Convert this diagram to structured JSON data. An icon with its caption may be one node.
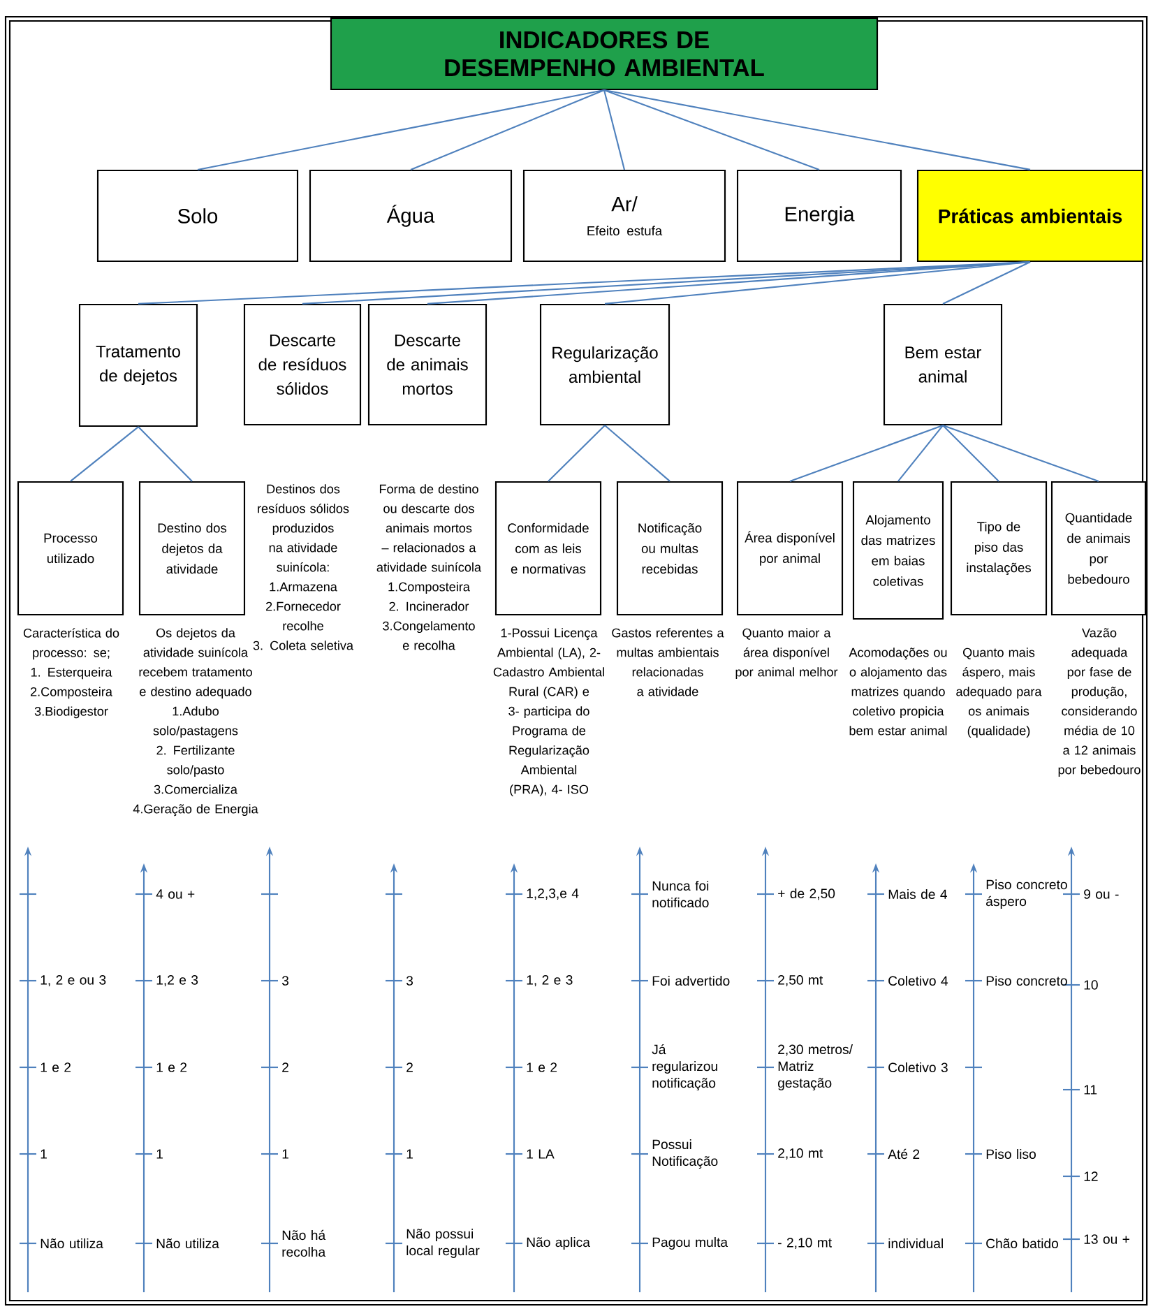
{
  "diagram": {
    "nodes": [
      {
        "text": [
          "INDICADORES DE DESEMPENHO AMBIENTAL"
        ]
      },
      {
        "text": [
          "Solo"
        ]
      },
      {
        "text": [
          "Água"
        ]
      },
      {
        "text": [
          "Ar/",
          "Efeito estufa"
        ]
      },
      {
        "text": [
          "Energia"
        ]
      },
      {
        "text": [
          "Práticas ambientais"
        ]
      },
      {
        "text": [
          "Tratamento de dejetos"
        ]
      },
      {
        "text": [
          "Descarte de resíduos sólidos"
        ],
        "beside": [
          "Destinos dos resíduos sólidos produzidos na atividade suinícola:",
          "1.Armazena",
          "2.Fornecedor recolhe",
          "3. Coleta seletiva"
        ]
      },
      {
        "text": [
          "Descarte de animais mortos"
        ],
        "beside": [
          "Forma de destino ou descarte dos animais mortos – relacionados a atividade suinícola",
          "1.Composteira",
          "2. Incinerador",
          "3.Congelamento e recolha"
        ]
      },
      {
        "text": [
          "Regularização ambiental"
        ]
      },
      {
        "text": [
          "Bem estar animal"
        ]
      },
      {
        "text": [
          "Processo utilizado"
        ],
        "beside": [
          "Característica do processo: se;",
          "1. Esterqueira",
          "2.Composteira",
          "3.Biodigestor"
        ]
      },
      {
        "text": [
          "Destino dos dejetos da atividade"
        ],
        "beside": [
          "Os dejetos da atividade suinícola recebem tratamento e destino adequado",
          "1.Adubo solo/pastagens",
          "2. Fertilizante solo/pasto",
          "3.Comercializa",
          "4.Geração de Energia"
        ]
      },
      {
        "text": [
          "Conformidade com as leis e normativas"
        ],
        "beside": [
          "1-Possui Licença Ambiental (LA), 2- Cadastro Ambiental Rural (CAR) e 3- participa do Programa de Regularização Ambiental (PRA), 4- ISO"
        ]
      },
      {
        "text": [
          "Notificação ou multas recebidas"
        ],
        "beside": [
          "Gastos referentes a multas ambientais relacionadas a atividade"
        ]
      },
      {
        "text": [
          "Área disponível por animal"
        ],
        "beside": [
          "Quanto maior a área disponível por animal melhor"
        ]
      },
      {
        "text": [
          "Alojamento das matrizes em baias coletivas"
        ],
        "beside": [
          "Acomodações ou o alojamento das matrizes quando coletivo propicia bem estar animal"
        ]
      },
      {
        "text": [
          "Tipo de piso das instalações"
        ],
        "beside": [
          "Quanto mais áspero, mais adequado para os animais (qualidade)"
        ]
      },
      {
        "text": [
          "Quantidade de animais por bebedouro"
        ],
        "beside": [
          "Vazão adequada por fase de produção, considerando média de 10 a 12 animais por bebedouro"
        ]
      }
    ],
    "edges": [
      {
        "from": 0,
        "to": 1,
        "arrow": "none"
      },
      {
        "from": 0,
        "to": 2,
        "arrow": "none"
      },
      {
        "from": 0,
        "to": 3,
        "arrow": "none"
      },
      {
        "from": 0,
        "to": 4,
        "arrow": "none"
      },
      {
        "from": 0,
        "to": 5,
        "arrow": "none"
      },
      {
        "from": 5,
        "to": 6,
        "arrow": "none"
      },
      {
        "from": 5,
        "to": 7,
        "arrow": "none"
      },
      {
        "from": 5,
        "to": 8,
        "arrow": "none"
      },
      {
        "from": 5,
        "to": 9,
        "arrow": "none"
      },
      {
        "from": 5,
        "to": 10,
        "arrow": "none"
      },
      {
        "from": 6,
        "to": 11,
        "arrow": "none"
      },
      {
        "from": 6,
        "to": 12,
        "arrow": "none"
      },
      {
        "from": 9,
        "to": 13,
        "arrow": "none"
      },
      {
        "from": 9,
        "to": 14,
        "arrow": "none"
      },
      {
        "from": 10,
        "to": 15,
        "arrow": "none"
      },
      {
        "from": 10,
        "to": 16,
        "arrow": "none"
      },
      {
        "from": 10,
        "to": 17,
        "arrow": "none"
      },
      {
        "from": 10,
        "to": 18,
        "arrow": "none"
      }
    ],
    "labels": [
      "1, 2 e ou 3",
      "1 e 2",
      "1",
      "Não utiliza",
      "4 ou +",
      "1,2 e 3",
      "1 e 2",
      "1",
      "Não utiliza",
      "3",
      "2",
      "1",
      "Não há recolha",
      "3",
      "2",
      "1",
      "Não possui local regular",
      "1,2,3,e 4",
      "1, 2 e 3",
      "1 e 2",
      "1 LA",
      "Não aplica",
      "Nunca foi notificado",
      "Foi advertido",
      "Já regularizou notificação",
      "Possui Notificação",
      "Pagou multa",
      "+ de 2,50",
      "2,50 mt",
      "2,30 metros/ Matriz gestação",
      "2,10 mt",
      "- 2,10 mt",
      "Mais de 4",
      "Coletivo 4",
      "Coletivo 3",
      "Até 2",
      "individual",
      "Piso concreto áspero",
      "Piso concreto",
      "Piso liso",
      "Chão batido",
      "9 ou -",
      "10",
      "11",
      "12",
      "13 ou +"
    ]
  }
}
